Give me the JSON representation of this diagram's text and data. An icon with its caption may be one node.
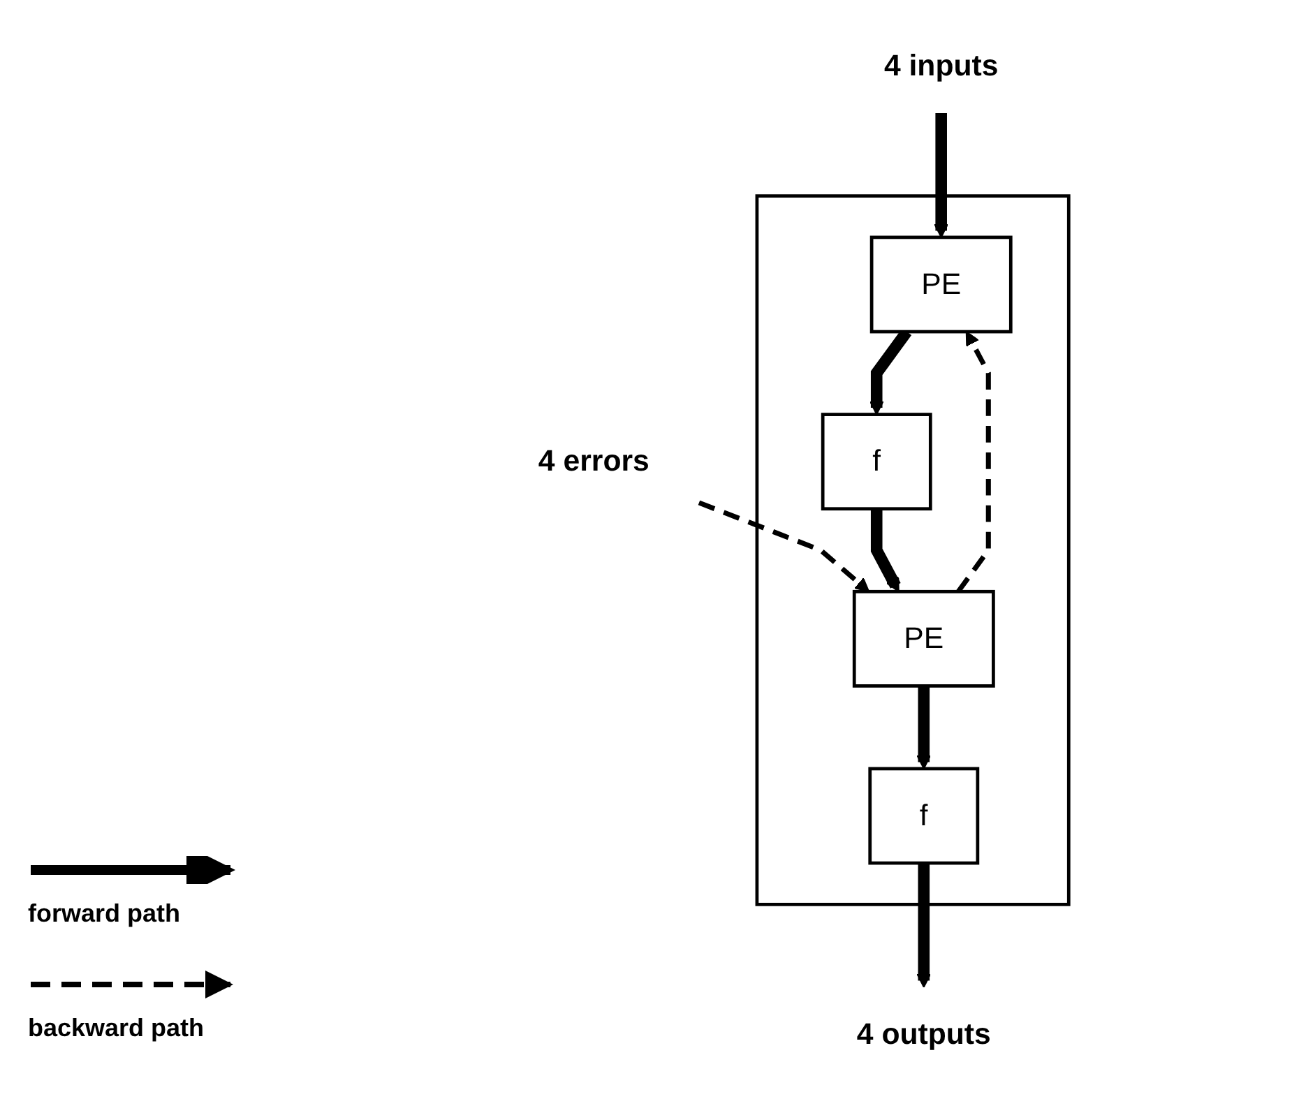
{
  "diagram": {
    "nodes": [
      {
        "text": [],
        "shape": "box"
      },
      {
        "text": [
          "4 inputs"
        ]
      },
      {
        "text": [
          "4 errors"
        ]
      },
      {
        "text": [
          "PE"
        ],
        "in": 0
      },
      {
        "text": [
          "f"
        ],
        "in": 0
      },
      {
        "text": [
          "PE"
        ],
        "in": 0
      },
      {
        "text": [
          "f"
        ],
        "in": 0
      },
      {
        "text": [
          "4 outputs"
        ]
      }
    ],
    "edges": [
      {
        "from": 1,
        "to": 3,
        "arrow": "to"
      },
      {
        "from": 2,
        "to": 5,
        "arrow": "to",
        "style": "dashed"
      },
      {
        "from": 3,
        "to": 4,
        "arrow": "to"
      },
      {
        "from": 4,
        "to": 5,
        "arrow": "to"
      },
      {
        "from": 5,
        "to": 6,
        "arrow": "to"
      },
      {
        "from": 6,
        "to": 7,
        "arrow": "to"
      },
      {
        "from": 5,
        "to": 3,
        "arrow": "to",
        "style": "dashed"
      }
    ],
    "legend": [
      {
        "text": "forward path"
      },
      {
        "text": "backward path"
      }
    ]
  }
}
